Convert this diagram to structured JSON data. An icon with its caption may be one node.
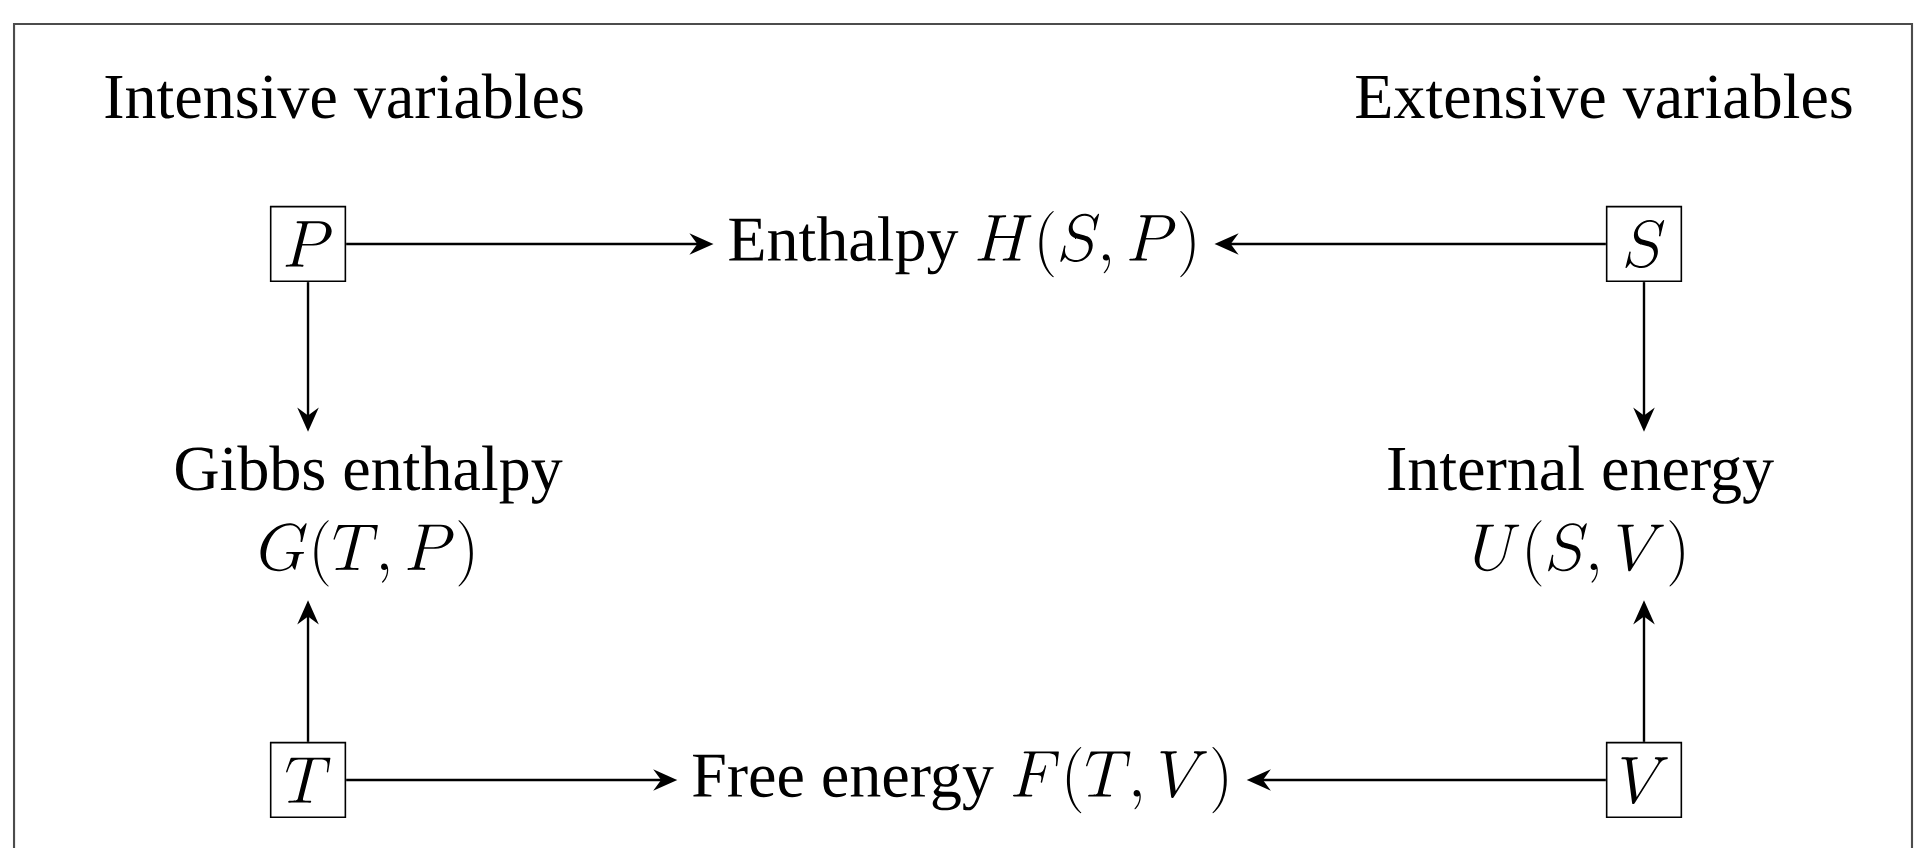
{
  "diagram": {
    "nodes": [
      {
        "text": [
          "P"
        ]
      },
      {
        "text": [
          "Enthalpy",
          "H(S,P)"
        ]
      },
      {
        "text": [
          "S"
        ]
      },
      {
        "text": [
          "Gibbs enthalpy",
          "G(T,P)"
        ]
      },
      {
        "text": [
          "Internal energy",
          "U(S,V)"
        ]
      },
      {
        "text": [
          "T"
        ]
      },
      {
        "text": [
          "Free energy",
          "F(T,V)"
        ]
      },
      {
        "text": [
          "V"
        ]
      }
    ],
    "edges": [
      {
        "from": 0,
        "to": 1,
        "arrow": "to"
      },
      {
        "from": 2,
        "to": 1,
        "arrow": "to"
      },
      {
        "from": 0,
        "to": 3,
        "arrow": "to"
      },
      {
        "from": 2,
        "to": 4,
        "arrow": "to"
      },
      {
        "from": 5,
        "to": 3,
        "arrow": "to"
      },
      {
        "from": 7,
        "to": 4,
        "arrow": "to"
      },
      {
        "from": 5,
        "to": 6,
        "arrow": "to"
      },
      {
        "from": 7,
        "to": 6,
        "arrow": "to"
      }
    ],
    "labels": [
      "Intensive variables",
      "Extensive variables"
    ]
  }
}
